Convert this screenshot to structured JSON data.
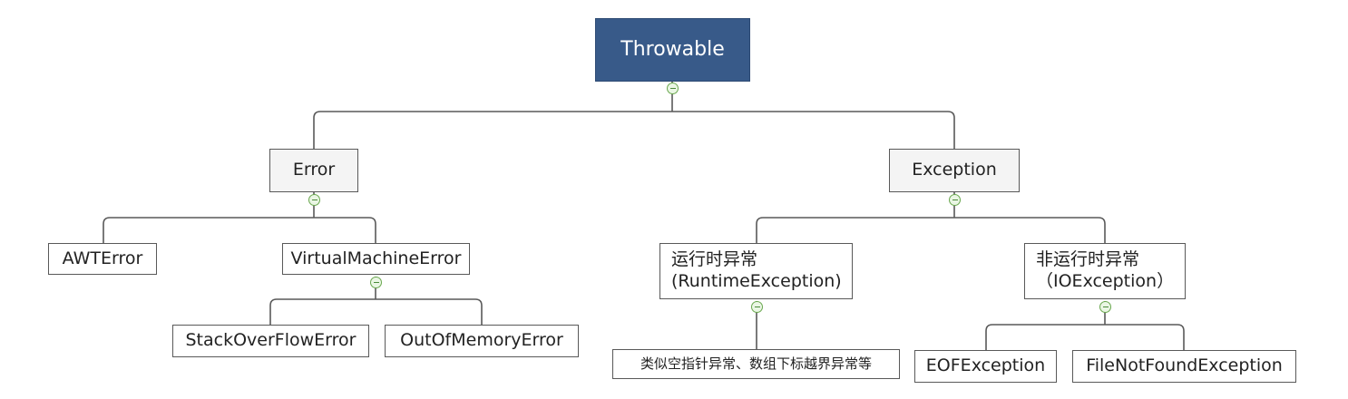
{
  "colors": {
    "root_fill": "#385a89",
    "level1_fill": "#f4f4f4",
    "node_fill": "#ffffff",
    "border": "#595959",
    "connector": "#595959",
    "collapse_toggle": "#6aa84f"
  },
  "tree": {
    "root": "Throwable",
    "error": {
      "label": "Error",
      "awt_error": "AWTError",
      "virtual_machine_error": {
        "label": "VirtualMachineError",
        "stack_overflow_error": "StackOverFlowError",
        "out_of_memory_error": "OutOfMemoryError"
      }
    },
    "exception": {
      "label": "Exception",
      "runtime_exception": {
        "line1": "运行时异常",
        "line2": "(RuntimeException)",
        "note": "类似空指针异常、数组下标越界异常等"
      },
      "checked_exception": {
        "line1": "非运行时异常",
        "line2": "（IOException）",
        "eof_exception": "EOFException",
        "file_not_found_exception": "FileNotFoundException"
      }
    }
  }
}
